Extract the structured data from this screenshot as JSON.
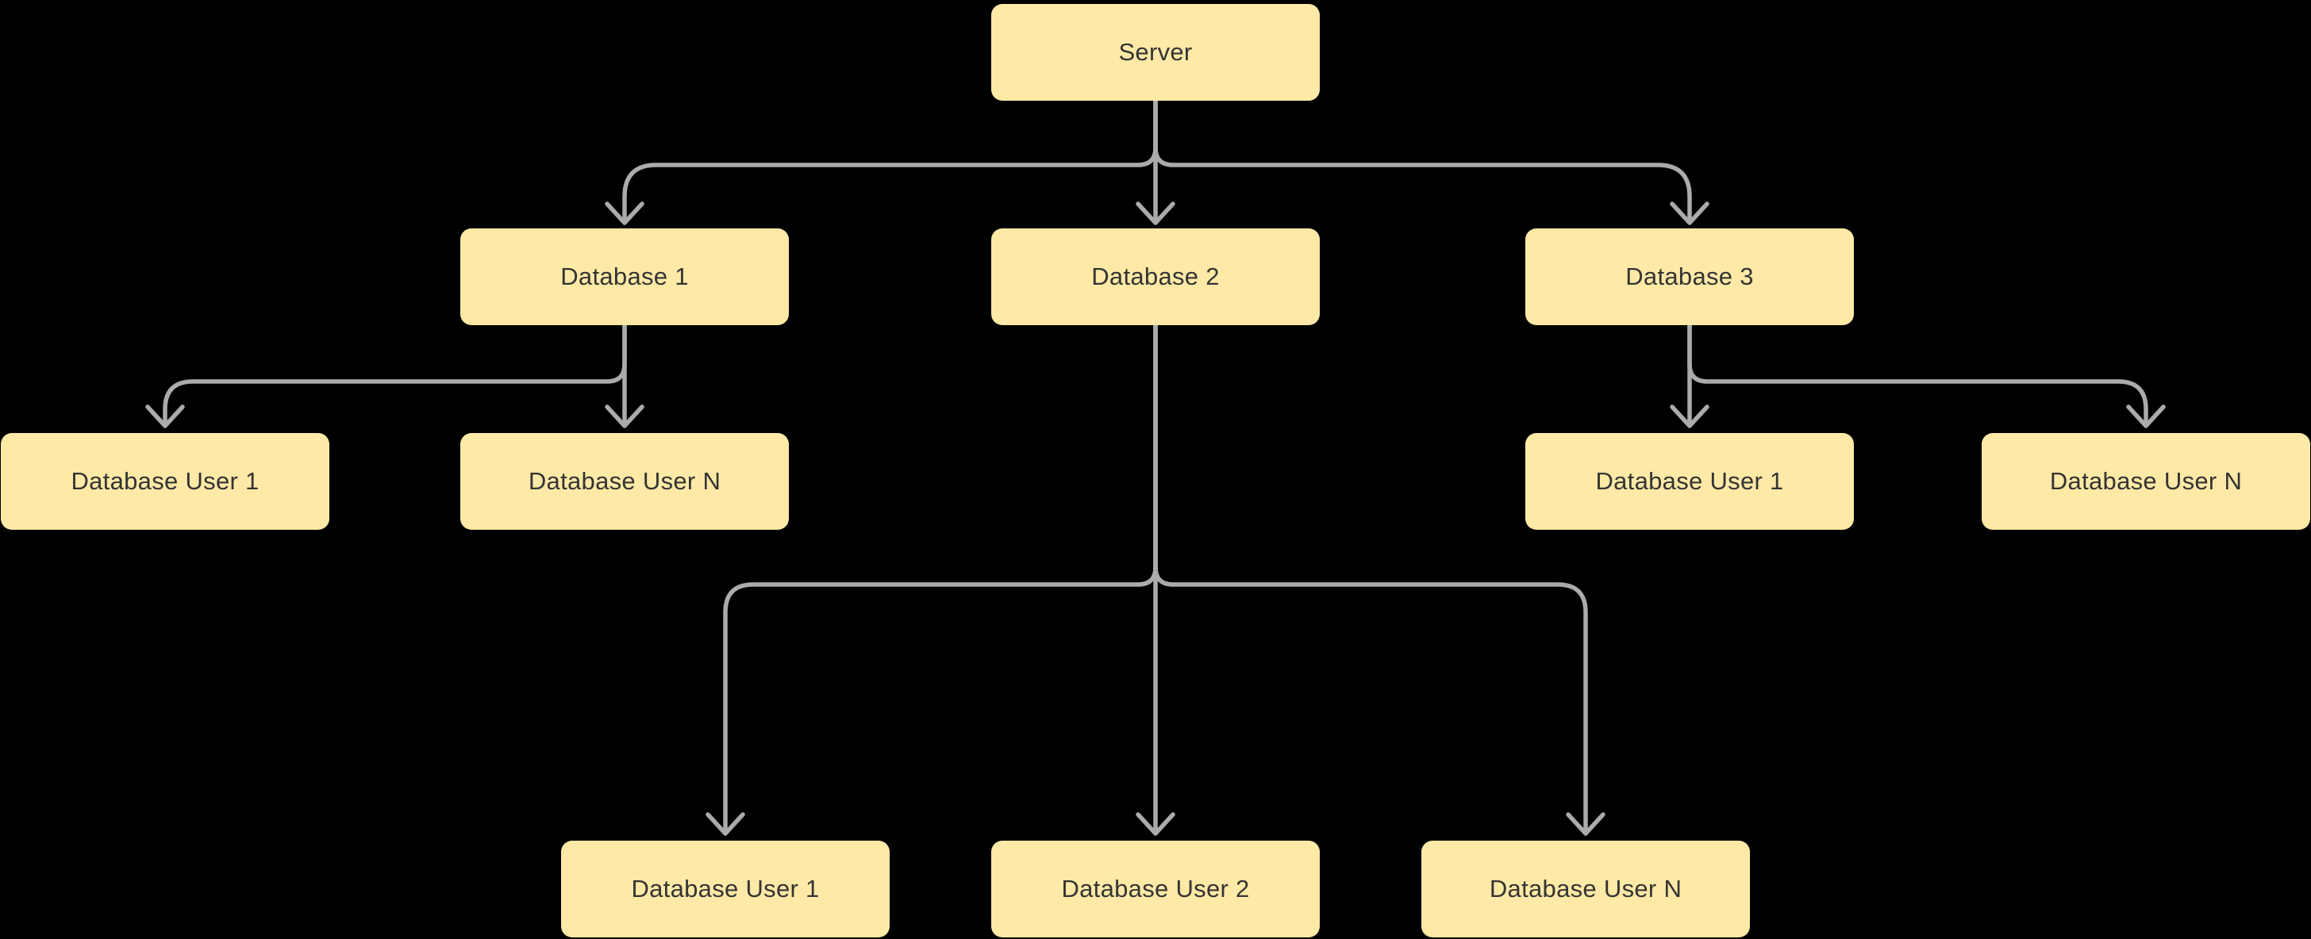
{
  "diagram": {
    "type": "tree",
    "colors": {
      "background": "#000000",
      "node_fill": "#FFE9A6",
      "node_text": "#343434",
      "connector": "#A9ABAD"
    },
    "nodes": {
      "server": {
        "label": "Server"
      },
      "db1": {
        "label": "Database 1"
      },
      "db2": {
        "label": "Database 2"
      },
      "db3": {
        "label": "Database 3"
      },
      "db1_user1": {
        "label": "Database User 1"
      },
      "db1_userN": {
        "label": "Database User N"
      },
      "db2_user1": {
        "label": "Database User 1"
      },
      "db2_user2": {
        "label": "Database User 2"
      },
      "db2_userN": {
        "label": "Database User N"
      },
      "db3_user1": {
        "label": "Database User 1"
      },
      "db3_userN": {
        "label": "Database User N"
      }
    },
    "edges": [
      {
        "from": "server",
        "to": "db1"
      },
      {
        "from": "server",
        "to": "db2"
      },
      {
        "from": "server",
        "to": "db3"
      },
      {
        "from": "db1",
        "to": "db1_user1"
      },
      {
        "from": "db1",
        "to": "db1_userN"
      },
      {
        "from": "db2",
        "to": "db2_user1"
      },
      {
        "from": "db2",
        "to": "db2_user2"
      },
      {
        "from": "db2",
        "to": "db2_userN"
      },
      {
        "from": "db3",
        "to": "db3_user1"
      },
      {
        "from": "db3",
        "to": "db3_userN"
      }
    ]
  }
}
